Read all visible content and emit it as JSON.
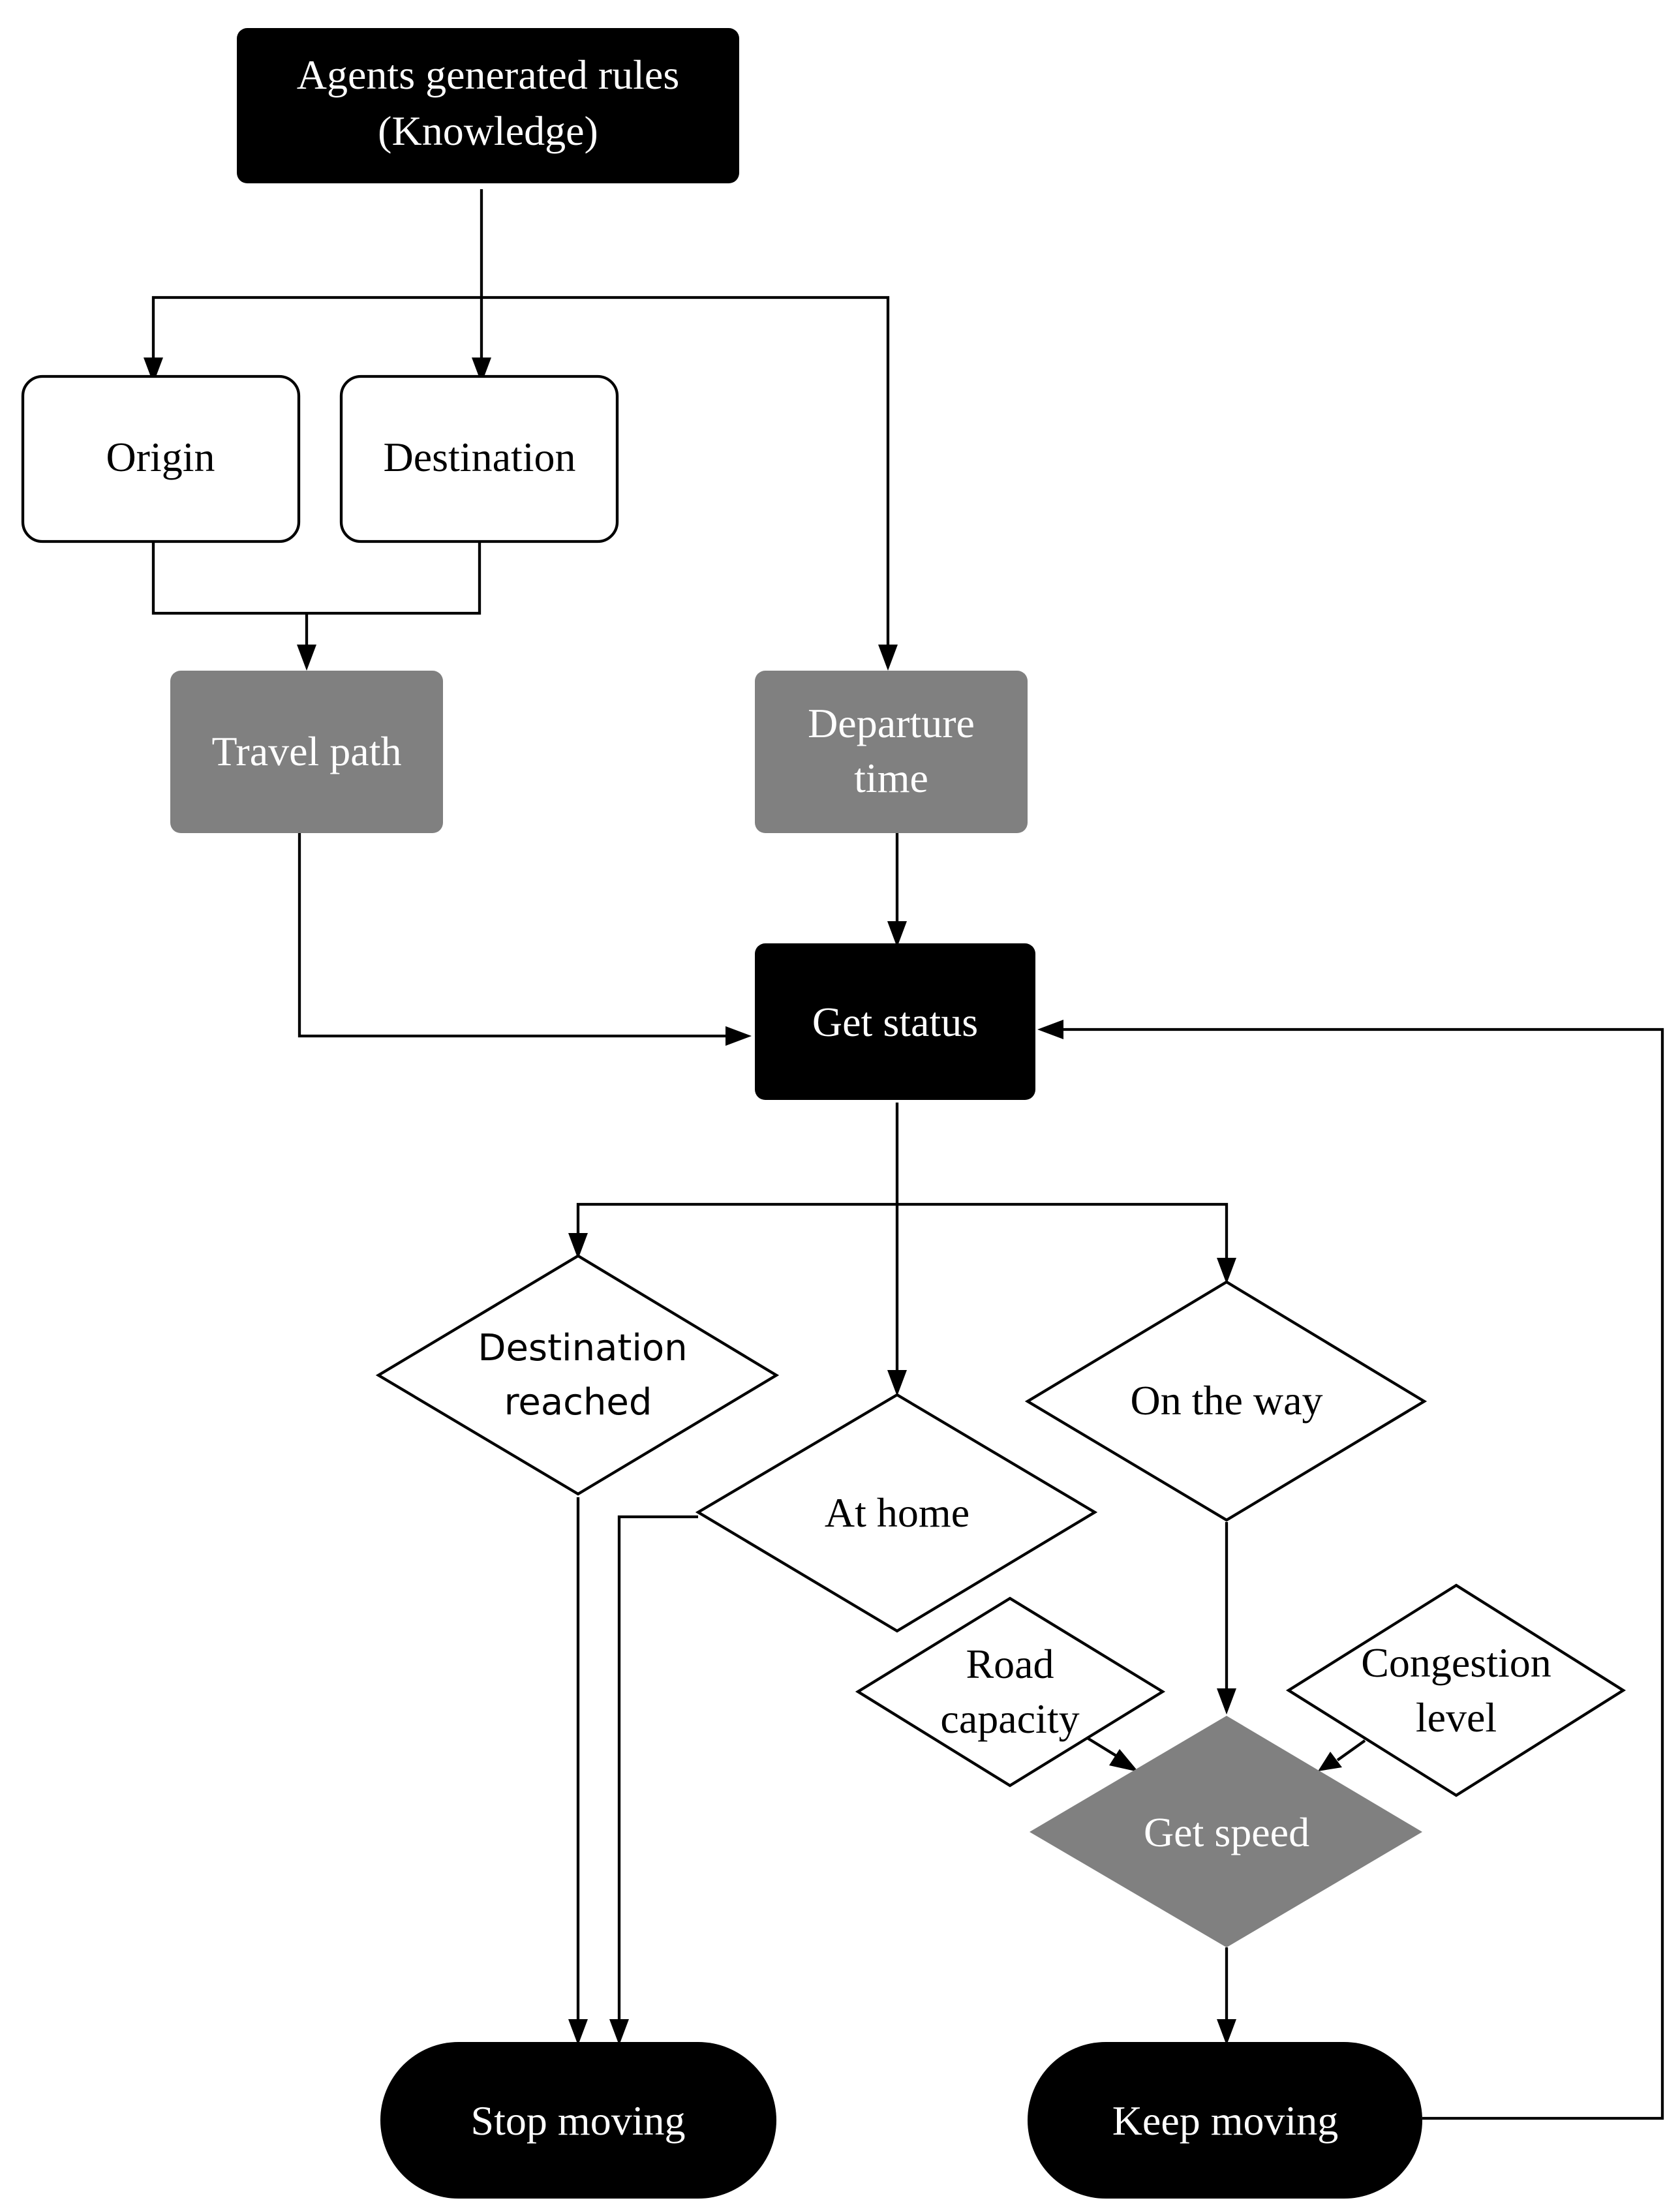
{
  "colors": {
    "black": "#000000",
    "gray": "#808080",
    "white": "#ffffff"
  },
  "nodes": {
    "agents_rules": {
      "line1": "Agents generated rules",
      "line2": "(Knowledge)"
    },
    "origin": {
      "label": "Origin"
    },
    "destination": {
      "label": "Destination"
    },
    "travel_path": {
      "label": "Travel path"
    },
    "departure_time": {
      "line1": "Departure",
      "line2": "time"
    },
    "get_status": {
      "label": "Get status"
    },
    "destination_reached": {
      "line1": "Destination",
      "line2": "reached"
    },
    "at_home": {
      "label": "At home"
    },
    "on_the_way": {
      "label": "On the way"
    },
    "road_capacity": {
      "line1": "Road",
      "line2": "capacity"
    },
    "congestion_level": {
      "line1": "Congestion",
      "line2": "level"
    },
    "get_speed": {
      "label": "Get speed"
    },
    "stop_moving": {
      "label": "Stop moving"
    },
    "keep_moving": {
      "label": "Keep moving"
    }
  }
}
